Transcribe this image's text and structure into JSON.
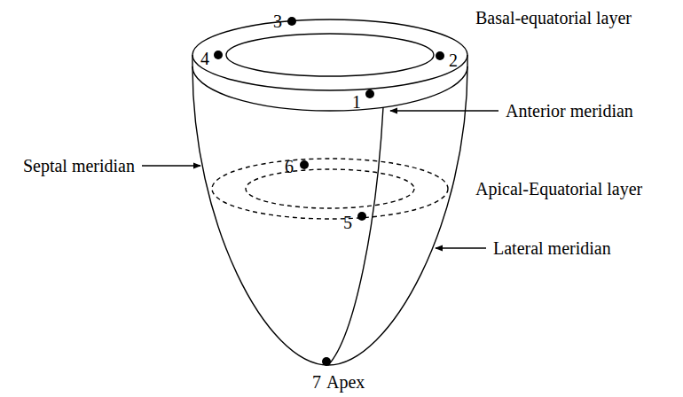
{
  "diagram": {
    "labels": [
      "Basal-equatorial layer",
      "3",
      "4",
      "2",
      "1",
      "Anterior meridian",
      "Septal meridian",
      "6",
      "Apical-Equatorial layer",
      "5",
      "Lateral meridian",
      "7",
      "Apex"
    ]
  }
}
